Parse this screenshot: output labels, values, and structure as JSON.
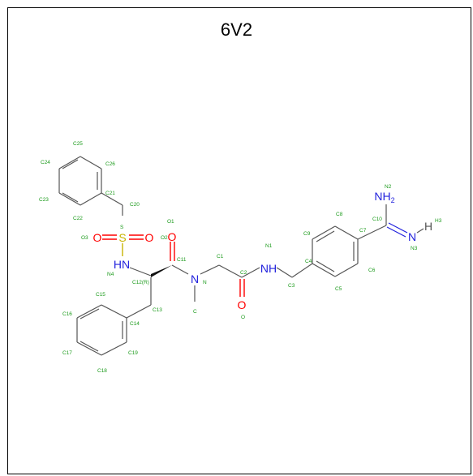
{
  "title": "6V2",
  "colors": {
    "bond": "#555555",
    "oxygen": "#ff0000",
    "nitrogen": "#2222dd",
    "sulfur": "#c8b400",
    "label": "#1a9a1a"
  },
  "atoms": [
    {
      "id": "s_atom",
      "symbol": "S",
      "color": "#c8b400"
    },
    {
      "id": "o3_atom",
      "symbol": "O",
      "color": "#ff0000"
    },
    {
      "id": "o2_atom",
      "symbol": "O",
      "color": "#ff0000"
    },
    {
      "id": "nh4_atom",
      "symbol": "HN",
      "color": "#2222dd"
    },
    {
      "id": "o1_atom",
      "symbol": "O",
      "color": "#ff0000"
    },
    {
      "id": "n_atom",
      "symbol": "N",
      "color": "#2222dd"
    },
    {
      "id": "o_atom",
      "symbol": "O",
      "color": "#ff0000"
    },
    {
      "id": "nh1_atom",
      "symbol": "NH",
      "color": "#2222dd"
    },
    {
      "id": "nh2_atom",
      "symbol": "NH",
      "sub": "2",
      "color": "#2222dd"
    },
    {
      "id": "n3_atom",
      "symbol": "N",
      "color": "#2222dd"
    },
    {
      "id": "h3_atom",
      "symbol": "H",
      "color": "#555555"
    }
  ],
  "labels": [
    {
      "id": "C25",
      "text": "C25"
    },
    {
      "id": "C24",
      "text": "C24"
    },
    {
      "id": "C26",
      "text": "C26"
    },
    {
      "id": "C21",
      "text": "C21"
    },
    {
      "id": "C23",
      "text": "C23"
    },
    {
      "id": "C22",
      "text": "C22"
    },
    {
      "id": "C20",
      "text": "C20"
    },
    {
      "id": "S",
      "text": "S"
    },
    {
      "id": "O3",
      "text": "O3"
    },
    {
      "id": "O2",
      "text": "O2"
    },
    {
      "id": "O1",
      "text": "O1"
    },
    {
      "id": "C11",
      "text": "C11"
    },
    {
      "id": "N4",
      "text": "N4"
    },
    {
      "id": "C12R",
      "text": "C12(R)"
    },
    {
      "id": "C15",
      "text": "C15"
    },
    {
      "id": "C13",
      "text": "C13"
    },
    {
      "id": "C16",
      "text": "C16"
    },
    {
      "id": "C14",
      "text": "C14"
    },
    {
      "id": "C17",
      "text": "C17"
    },
    {
      "id": "C19",
      "text": "C19"
    },
    {
      "id": "C18",
      "text": "C18"
    },
    {
      "id": "C1",
      "text": "C1"
    },
    {
      "id": "N",
      "text": "N"
    },
    {
      "id": "C",
      "text": "C"
    },
    {
      "id": "C2",
      "text": "C2"
    },
    {
      "id": "O",
      "text": "O"
    },
    {
      "id": "N1",
      "text": "N1"
    },
    {
      "id": "C3",
      "text": "C3"
    },
    {
      "id": "C4",
      "text": "C4"
    },
    {
      "id": "C9",
      "text": "C9"
    },
    {
      "id": "C8",
      "text": "C8"
    },
    {
      "id": "C7",
      "text": "C7"
    },
    {
      "id": "C6",
      "text": "C6"
    },
    {
      "id": "C5",
      "text": "C5"
    },
    {
      "id": "C10",
      "text": "C10"
    },
    {
      "id": "N2",
      "text": "N2"
    },
    {
      "id": "H3",
      "text": "H3"
    },
    {
      "id": "N3",
      "text": "N3"
    }
  ]
}
